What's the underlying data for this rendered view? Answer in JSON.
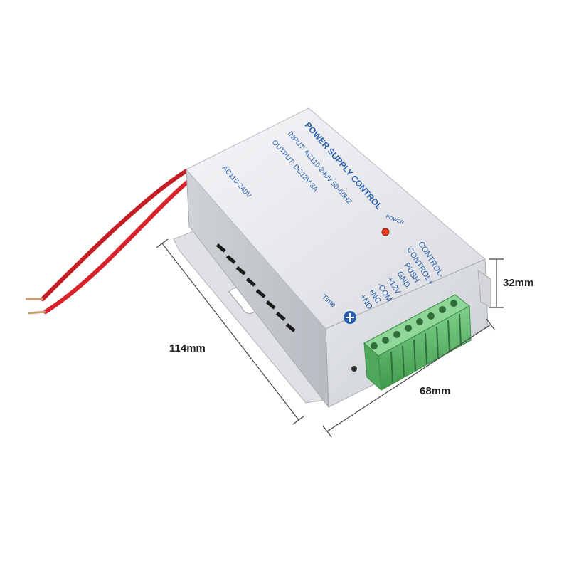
{
  "product": {
    "label_title": "POWER SUPPLY CONTROL",
    "label_input": "INPUT: AC110-240V 50-60HZ",
    "label_output": "OUTPUT: DC12V 3A",
    "side_label": "AC110-240V",
    "power_led_label": "POWER",
    "time_label": "Time",
    "terminals": [
      "CONTROL-",
      "CONTROL+",
      "PUSH",
      "GND",
      "+12V",
      "-COM",
      "+NC",
      "+NO"
    ]
  },
  "dimensions": {
    "length": "114mm",
    "width": "68mm",
    "height": "32mm"
  },
  "colors": {
    "case": "#e4e6ea",
    "label_text": "#2a5fb0",
    "wire": "#d9232a",
    "terminal_block": "#5fb86a",
    "led": "#e53b1f"
  }
}
